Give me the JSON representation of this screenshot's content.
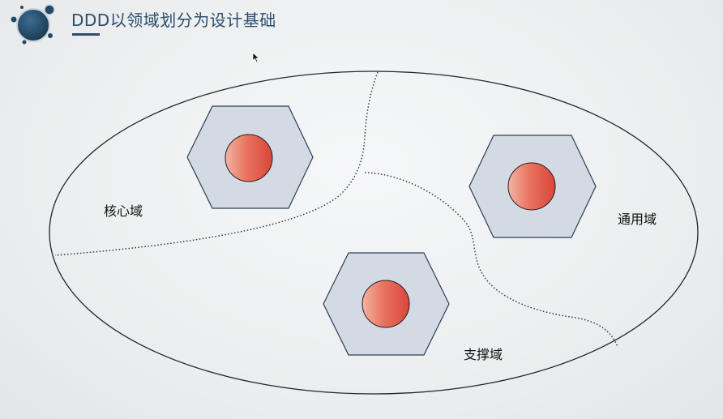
{
  "header": {
    "title": "DDD以领域划分为设计基础"
  },
  "diagram": {
    "regions": [
      {
        "label": "核心域"
      },
      {
        "label": "通用域"
      },
      {
        "label": "支撑域"
      }
    ]
  },
  "colors": {
    "title": "#2b4d6e",
    "hexagon_fill": "#d3dae4",
    "hexagon_stroke": "#2d3e55",
    "circle_fill_start": "#f3b4a4",
    "circle_fill_end": "#d9453a",
    "logo_primary": "#1f4a6b"
  }
}
